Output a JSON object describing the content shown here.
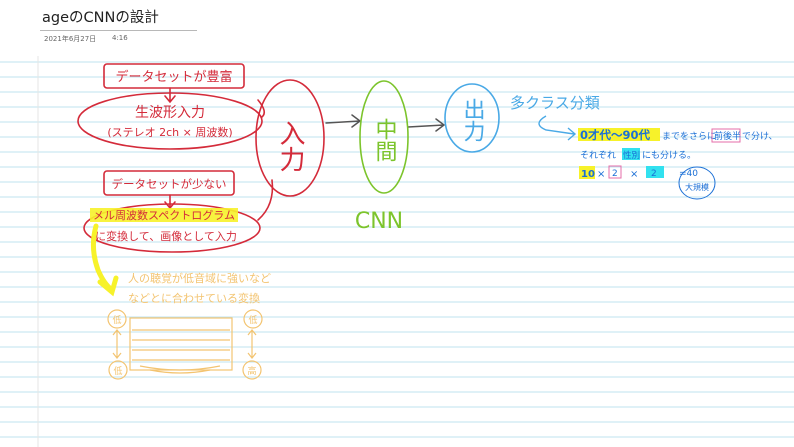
{
  "page": {
    "title": "ageのCNNの設計",
    "date": "2021年6月27日",
    "time": "4:16"
  },
  "colors": {
    "ruled_line": "#bfe3ef",
    "left_margin": "#e6e6e6",
    "red_ink": "#d42b3a",
    "green_ink": "#7cc42c",
    "blue_ink": "#49a9e6",
    "blue_text": "#1a6fd6",
    "orange_ink": "#f3c471",
    "yellow_highlight": "#f7f22a",
    "cyan_highlight": "#32e1ef",
    "pink_ink": "#e56ea8",
    "gray_ink": "#555555"
  },
  "notes": {
    "data_rich": "データセットが豊富",
    "raw_wave_input": "生波形入力",
    "raw_wave_detail": "(ステレオ 2ch × 周波数)",
    "data_scarce": "データセットが少ない",
    "mel_spectrogram": "メル周波数スペクトログラム",
    "convert_image": "に変換して、画像として入力",
    "input_label": "入力",
    "middle_label": "中間",
    "output_label": "出力",
    "cnn_label": "CNN",
    "multiclass": "多クラス分類",
    "age_range": "0才代〜90代",
    "age_suffix": "までをさらに",
    "early_late": "前後半",
    "split": "で分け、",
    "each": "それぞれ",
    "gender": "性別",
    "also_split": "にも分ける。",
    "calc_10": "10",
    "calc_times1": "×",
    "calc_2a": "2",
    "calc_times2": "×",
    "calc_2b": "2",
    "calc_eq": "=40",
    "calc_big": "大規模",
    "hearing_line1": "人の聴覚が低音域に強いなど",
    "hearing_line2": "などとに合わせている変換",
    "corner_tl": "低",
    "corner_tr": "低",
    "corner_bl": "低",
    "corner_br": "高"
  }
}
